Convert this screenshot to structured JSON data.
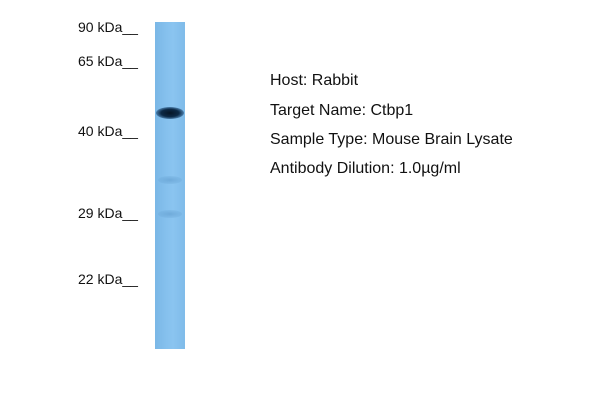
{
  "markers": {
    "m90": "90 kDa__",
    "m65": "65 kDa__",
    "m40": "40 kDa__",
    "m29": "29 kDa__",
    "m22": "22 kDa__"
  },
  "info": {
    "host": "Host: Rabbit",
    "target": "Target Name: Ctbp1",
    "sample": "Sample Type: Mouse Brain Lysate",
    "dilution": "Antibody Dilution: 1.0µg/ml"
  },
  "colors": {
    "lane": "#86c1ee",
    "band": "#0d2a47"
  }
}
